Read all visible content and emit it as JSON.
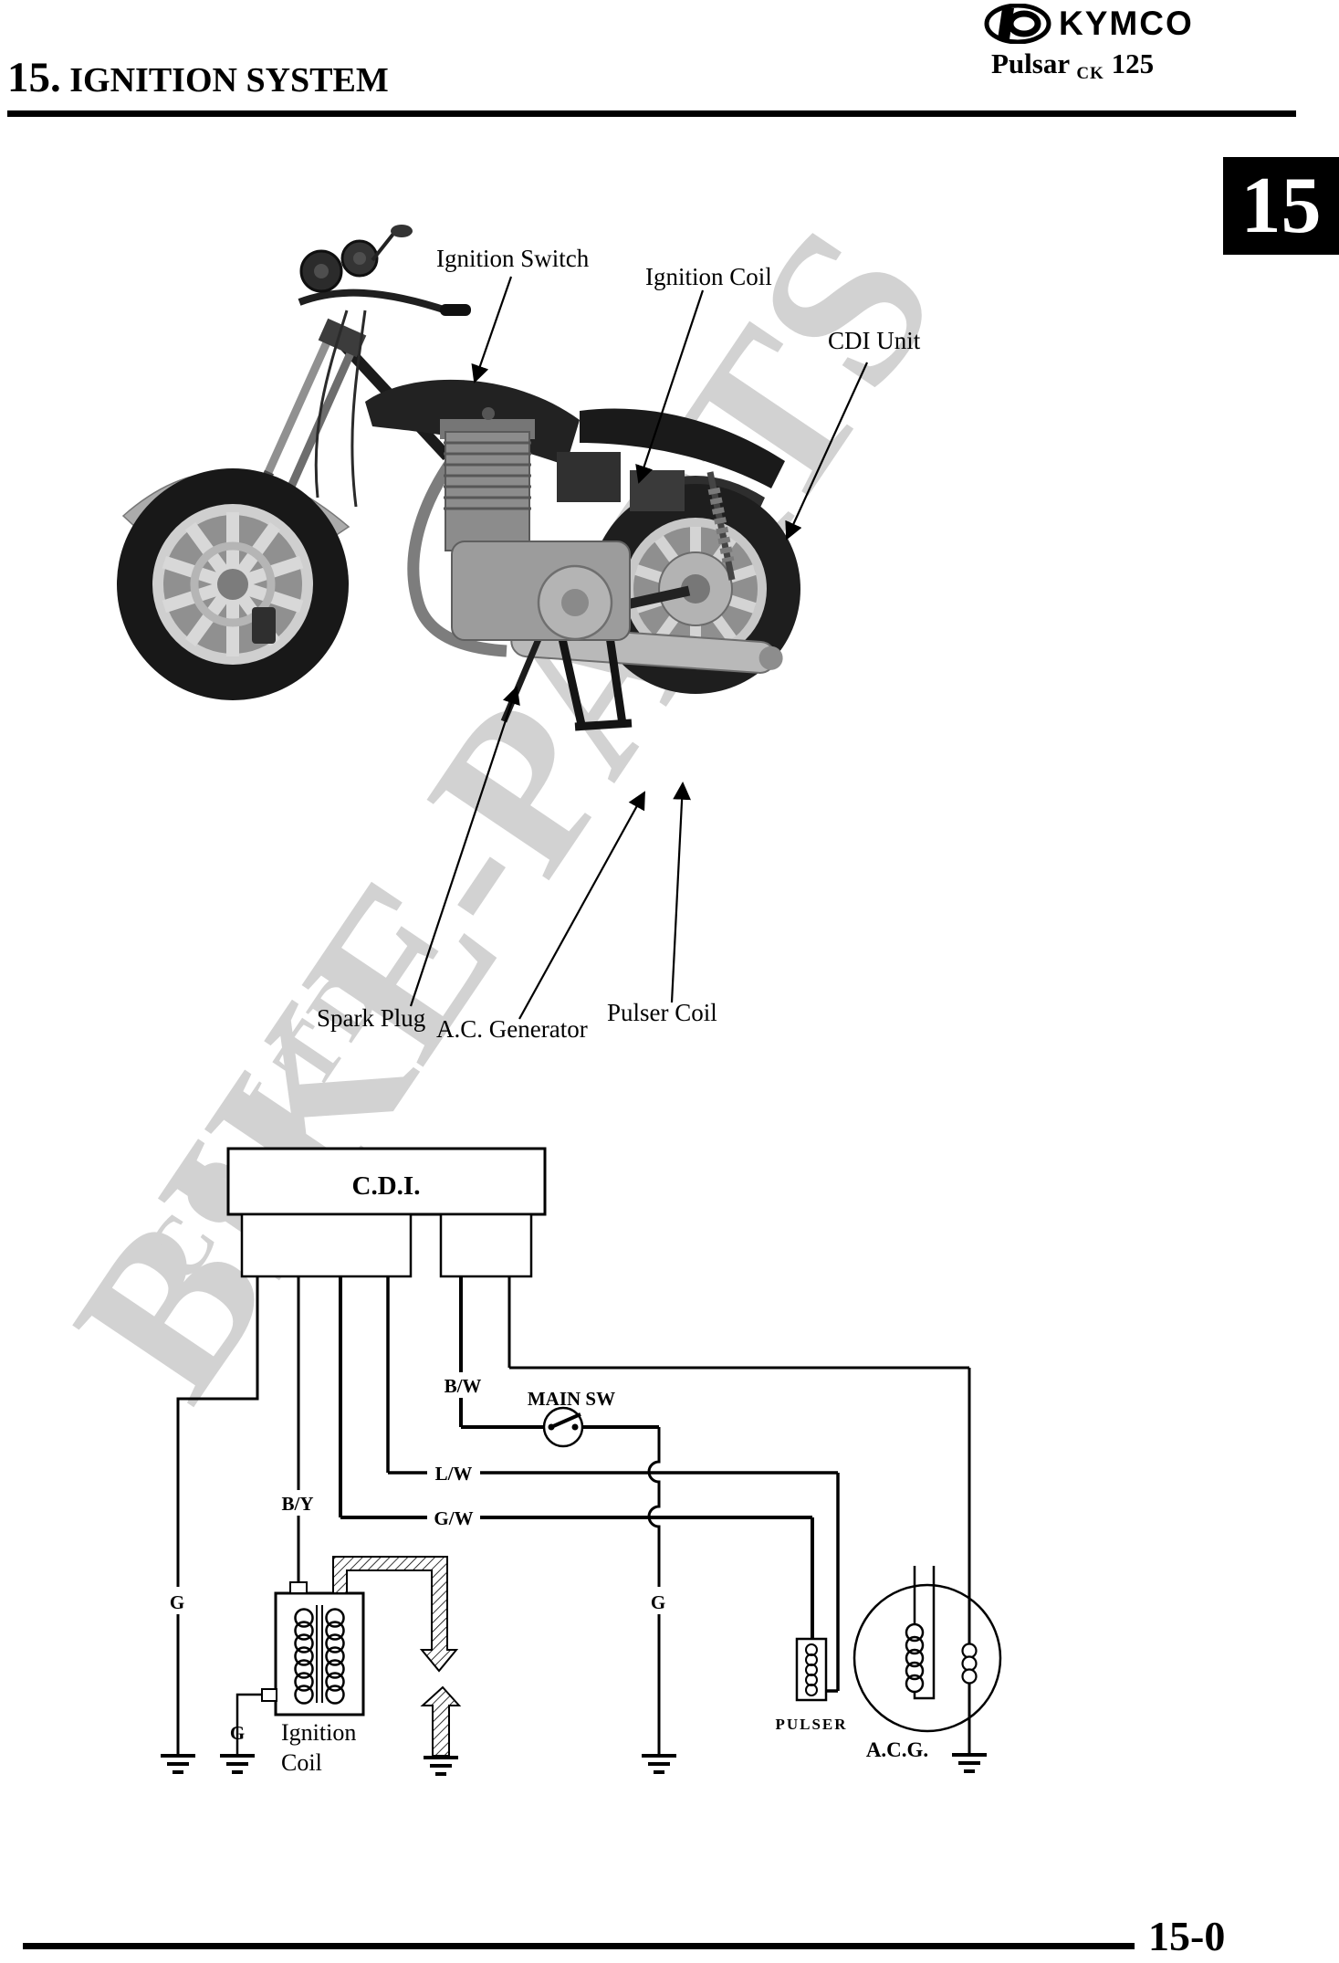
{
  "header": {
    "chapter_number": "15.",
    "chapter_title": "IGNITION SYSTEM",
    "brand": "KYMCO",
    "model_name": "Pulsar",
    "model_code": "CK",
    "model_number": "125",
    "tab_number": "15"
  },
  "figure": {
    "labels": {
      "ignition_switch": "Ignition Switch",
      "ignition_coil": "Ignition Coil",
      "cdi_unit": "CDI Unit",
      "spark_plug": "Spark Plug",
      "ac_generator": "A.C. Generator",
      "pulser_coil": "Pulser Coil"
    }
  },
  "wiring": {
    "cdi": "C.D.I.",
    "main_switch": "MAIN SW",
    "wire_bw": "B/W",
    "wire_lw": "L/W",
    "wire_gw": "G/W",
    "wire_by": "B/Y",
    "ground": "G",
    "ignition_coil": "Ignition Coil",
    "pulser": "PULSER",
    "acg": "A.C.G."
  },
  "watermark": {
    "line1": "BIKE-PARTS",
    "line2": "CO.,LTD"
  },
  "footer": {
    "page_number": "15-0"
  },
  "colors": {
    "ink": "#000000",
    "watermark": "#d2d2d2",
    "tab_bg": "#000000",
    "tab_fg": "#ffffff"
  }
}
